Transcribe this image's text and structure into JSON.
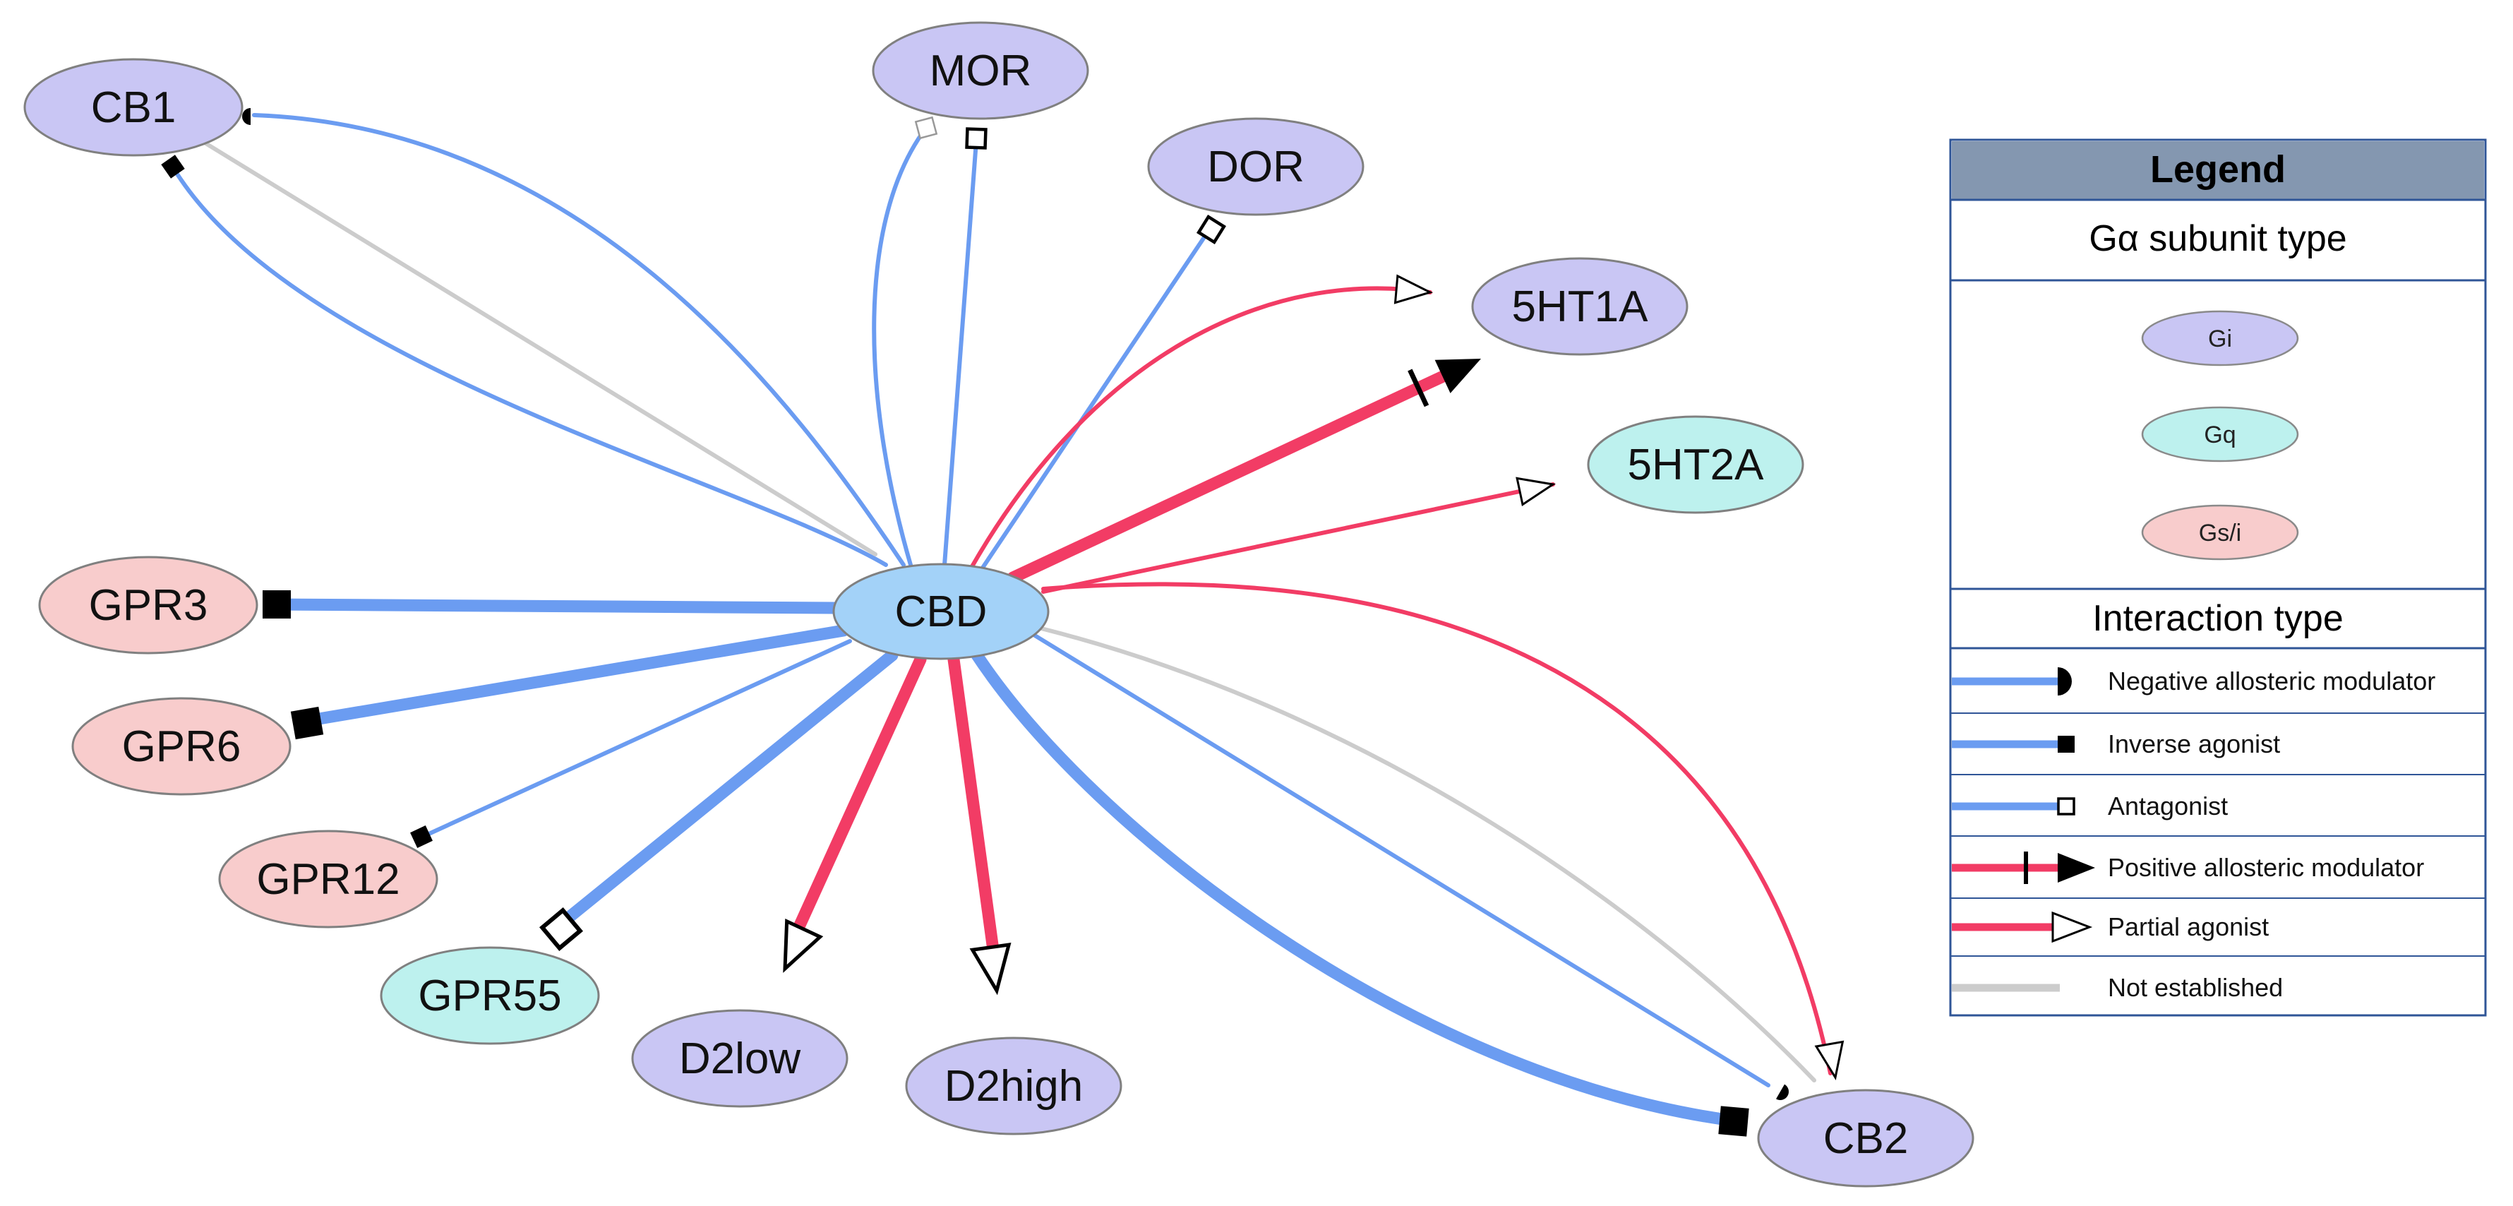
{
  "colors": {
    "gi": "#c9c6f4",
    "gq": "#bdf1ee",
    "gsi": "#f8cccc",
    "center": "#a3d2f8",
    "blue_edge": "#6b9cf1",
    "red_edge": "#f23c65",
    "gray_edge": "#cccccc",
    "legend_header": "#8497b0",
    "legend_border": "#2f5597"
  },
  "center": {
    "id": "CBD",
    "label": "CBD"
  },
  "nodes": [
    {
      "id": "CB1",
      "label": "CB1",
      "type": "gi"
    },
    {
      "id": "MOR",
      "label": "MOR",
      "type": "gi"
    },
    {
      "id": "DOR",
      "label": "DOR",
      "type": "gi"
    },
    {
      "id": "5HT1A",
      "label": "5HT1A",
      "type": "gi"
    },
    {
      "id": "5HT2A",
      "label": "5HT2A",
      "type": "gq"
    },
    {
      "id": "GPR3",
      "label": "GPR3",
      "type": "gsi"
    },
    {
      "id": "GPR6",
      "label": "GPR6",
      "type": "gsi"
    },
    {
      "id": "GPR12",
      "label": "GPR12",
      "type": "gsi"
    },
    {
      "id": "GPR55",
      "label": "GPR55",
      "type": "gq"
    },
    {
      "id": "D2low",
      "label": "D2low",
      "type": "gi"
    },
    {
      "id": "D2high",
      "label": "D2high",
      "type": "gi"
    },
    {
      "id": "CB2",
      "label": "CB2",
      "type": "gi"
    }
  ],
  "edges": [
    {
      "target": "CB1",
      "interaction": "negative_allosteric_modulator",
      "weight": "thin"
    },
    {
      "target": "CB1",
      "interaction": "inverse_agonist",
      "weight": "thin"
    },
    {
      "target": "CB1",
      "interaction": "not_established",
      "weight": "thin"
    },
    {
      "target": "MOR",
      "interaction": "inverse_agonist_open",
      "weight": "thin"
    },
    {
      "target": "MOR",
      "interaction": "antagonist",
      "weight": "thin"
    },
    {
      "target": "DOR",
      "interaction": "antagonist",
      "weight": "thin"
    },
    {
      "target": "5HT1A",
      "interaction": "partial_agonist",
      "weight": "thin"
    },
    {
      "target": "5HT1A",
      "interaction": "positive_allosteric_modulator",
      "weight": "thick"
    },
    {
      "target": "5HT2A",
      "interaction": "partial_agonist",
      "weight": "thin"
    },
    {
      "target": "GPR3",
      "interaction": "inverse_agonist",
      "weight": "thick"
    },
    {
      "target": "GPR6",
      "interaction": "inverse_agonist",
      "weight": "thick"
    },
    {
      "target": "GPR12",
      "interaction": "inverse_agonist",
      "weight": "thin"
    },
    {
      "target": "GPR55",
      "interaction": "antagonist",
      "weight": "thick"
    },
    {
      "target": "D2low",
      "interaction": "partial_agonist",
      "weight": "thick"
    },
    {
      "target": "D2high",
      "interaction": "partial_agonist",
      "weight": "thick"
    },
    {
      "target": "CB2",
      "interaction": "inverse_agonist",
      "weight": "thick"
    },
    {
      "target": "CB2",
      "interaction": "negative_allosteric_modulator",
      "weight": "thin"
    },
    {
      "target": "CB2",
      "interaction": "not_established",
      "weight": "thin"
    },
    {
      "target": "CB2",
      "interaction": "partial_agonist",
      "weight": "thin"
    }
  ],
  "legend": {
    "title": "Legend",
    "subunit_heading": "Gα subunit type",
    "subunit_types": [
      {
        "key": "gi",
        "label": "Gi"
      },
      {
        "key": "gq",
        "label": "Gq"
      },
      {
        "key": "gsi",
        "label": "Gs/i"
      }
    ],
    "interaction_heading": "Interaction type",
    "interaction_types": [
      {
        "key": "negative_allosteric_modulator",
        "label": "Negative allosteric modulator",
        "color": "blue"
      },
      {
        "key": "inverse_agonist",
        "label": "Inverse agonist",
        "color": "blue"
      },
      {
        "key": "antagonist",
        "label": "Antagonist",
        "color": "blue"
      },
      {
        "key": "positive_allosteric_modulator",
        "label": "Positive allosteric modulator",
        "color": "red"
      },
      {
        "key": "partial_agonist",
        "label": "Partial agonist",
        "color": "red"
      },
      {
        "key": "not_established",
        "label": "Not established",
        "color": "gray"
      }
    ]
  }
}
